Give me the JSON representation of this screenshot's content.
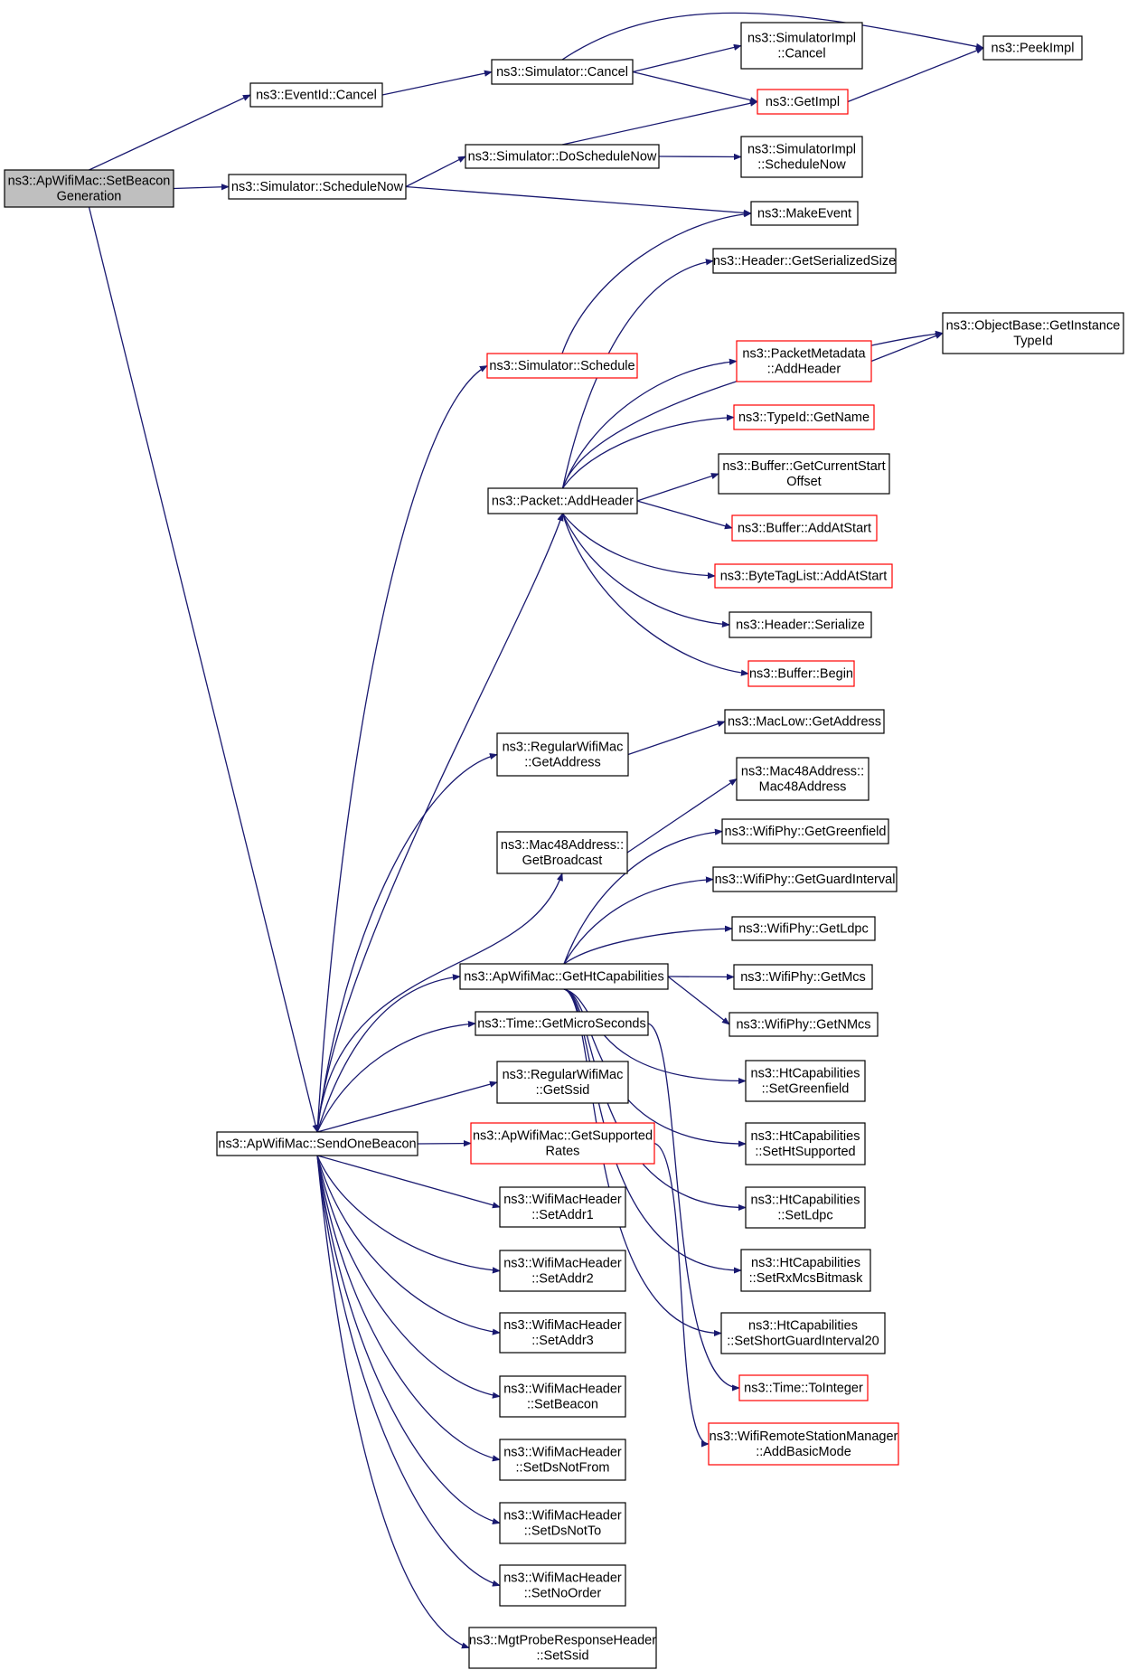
{
  "colors": {
    "edge": "#191970",
    "border": "#000000",
    "linked_border": "#ff0000",
    "root_fill": "#bfbfbf",
    "node_fill": "#ffffff"
  },
  "nodes": [
    {
      "id": "n_root",
      "lines": [
        "ns3::ApWifiMac::SetBeacon",
        "Generation"
      ],
      "style": "root"
    },
    {
      "id": "n_eventid_cancel",
      "lines": [
        "ns3::EventId::Cancel"
      ],
      "style": "normal"
    },
    {
      "id": "n_sim_cancel",
      "lines": [
        "ns3::Simulator::Cancel"
      ],
      "style": "normal"
    },
    {
      "id": "n_simimpl_cancel",
      "lines": [
        "ns3::SimulatorImpl",
        "::Cancel"
      ],
      "style": "normal"
    },
    {
      "id": "n_peekimpl",
      "lines": [
        "ns3::PeekImpl"
      ],
      "style": "normal"
    },
    {
      "id": "n_getimpl",
      "lines": [
        "ns3::GetImpl"
      ],
      "style": "red"
    },
    {
      "id": "n_sim_doschedulenow",
      "lines": [
        "ns3::Simulator::DoScheduleNow"
      ],
      "style": "normal"
    },
    {
      "id": "n_simimpl_schedulenow",
      "lines": [
        "ns3::SimulatorImpl",
        "::ScheduleNow"
      ],
      "style": "normal"
    },
    {
      "id": "n_sim_schedulenow",
      "lines": [
        "ns3::Simulator::ScheduleNow"
      ],
      "style": "normal"
    },
    {
      "id": "n_makeevent",
      "lines": [
        "ns3::MakeEvent"
      ],
      "style": "normal"
    },
    {
      "id": "n_header_getserializedsize",
      "lines": [
        "ns3::Header::GetSerializedSize"
      ],
      "style": "normal"
    },
    {
      "id": "n_objectbase_getinstancetypeid",
      "lines": [
        "ns3::ObjectBase::GetInstance",
        "TypeId"
      ],
      "style": "normal"
    },
    {
      "id": "n_sim_schedule",
      "lines": [
        "ns3::Simulator::Schedule"
      ],
      "style": "red"
    },
    {
      "id": "n_packetmetadata_addheader",
      "lines": [
        "ns3::PacketMetadata",
        "::AddHeader"
      ],
      "style": "red"
    },
    {
      "id": "n_typeid_getname",
      "lines": [
        "ns3::TypeId::GetName"
      ],
      "style": "red"
    },
    {
      "id": "n_buffer_getcurrentstartoffset",
      "lines": [
        "ns3::Buffer::GetCurrentStart",
        "Offset"
      ],
      "style": "normal"
    },
    {
      "id": "n_packet_addheader",
      "lines": [
        "ns3::Packet::AddHeader"
      ],
      "style": "normal"
    },
    {
      "id": "n_buffer_addatstart",
      "lines": [
        "ns3::Buffer::AddAtStart"
      ],
      "style": "red"
    },
    {
      "id": "n_bytetaglist_addatstart",
      "lines": [
        "ns3::ByteTagList::AddAtStart"
      ],
      "style": "red"
    },
    {
      "id": "n_header_serialize",
      "lines": [
        "ns3::Header::Serialize"
      ],
      "style": "normal"
    },
    {
      "id": "n_buffer_begin",
      "lines": [
        "ns3::Buffer::Begin"
      ],
      "style": "red"
    },
    {
      "id": "n_maclow_getaddress",
      "lines": [
        "ns3::MacLow::GetAddress"
      ],
      "style": "normal"
    },
    {
      "id": "n_regularwifimac_getaddress",
      "lines": [
        "ns3::RegularWifiMac",
        "::GetAddress"
      ],
      "style": "normal"
    },
    {
      "id": "n_mac48_mac48address",
      "lines": [
        "ns3::Mac48Address::",
        "Mac48Address"
      ],
      "style": "normal"
    },
    {
      "id": "n_mac48_getbroadcast",
      "lines": [
        "ns3::Mac48Address::",
        "GetBroadcast"
      ],
      "style": "normal"
    },
    {
      "id": "n_wifiphy_getgreenfield",
      "lines": [
        "ns3::WifiPhy::GetGreenfield"
      ],
      "style": "normal"
    },
    {
      "id": "n_wifiphy_getguardinterval",
      "lines": [
        "ns3::WifiPhy::GetGuardInterval"
      ],
      "style": "normal"
    },
    {
      "id": "n_wifiphy_getldpc",
      "lines": [
        "ns3::WifiPhy::GetLdpc"
      ],
      "style": "normal"
    },
    {
      "id": "n_apwifimac_gethtcapabilities",
      "lines": [
        "ns3::ApWifiMac::GetHtCapabilities"
      ],
      "style": "normal"
    },
    {
      "id": "n_wifiphy_getmcs",
      "lines": [
        "ns3::WifiPhy::GetMcs"
      ],
      "style": "normal"
    },
    {
      "id": "n_time_getmicroseconds",
      "lines": [
        "ns3::Time::GetMicroSeconds"
      ],
      "style": "normal"
    },
    {
      "id": "n_wifiphy_getnmcs",
      "lines": [
        "ns3::WifiPhy::GetNMcs"
      ],
      "style": "normal"
    },
    {
      "id": "n_htcap_setgreenfield",
      "lines": [
        "ns3::HtCapabilities",
        "::SetGreenfield"
      ],
      "style": "normal"
    },
    {
      "id": "n_regularwifimac_getssid",
      "lines": [
        "ns3::RegularWifiMac",
        "::GetSsid"
      ],
      "style": "normal"
    },
    {
      "id": "n_apwifimac_sendonebeacon",
      "lines": [
        "ns3::ApWifiMac::SendOneBeacon"
      ],
      "style": "normal"
    },
    {
      "id": "n_apwifimac_getsupportedrates",
      "lines": [
        "ns3::ApWifiMac::GetSupported",
        "Rates"
      ],
      "style": "red"
    },
    {
      "id": "n_htcap_sethtsupported",
      "lines": [
        "ns3::HtCapabilities",
        "::SetHtSupported"
      ],
      "style": "normal"
    },
    {
      "id": "n_wifimacheader_setaddr1",
      "lines": [
        "ns3::WifiMacHeader",
        "::SetAddr1"
      ],
      "style": "normal"
    },
    {
      "id": "n_htcap_setldpc",
      "lines": [
        "ns3::HtCapabilities",
        "::SetLdpc"
      ],
      "style": "normal"
    },
    {
      "id": "n_wifimacheader_setaddr2",
      "lines": [
        "ns3::WifiMacHeader",
        "::SetAddr2"
      ],
      "style": "normal"
    },
    {
      "id": "n_htcap_setrxmcsbitmask",
      "lines": [
        "ns3::HtCapabilities",
        "::SetRxMcsBitmask"
      ],
      "style": "normal"
    },
    {
      "id": "n_wifimacheader_setaddr3",
      "lines": [
        "ns3::WifiMacHeader",
        "::SetAddr3"
      ],
      "style": "normal"
    },
    {
      "id": "n_htcap_setshortguardinterval20",
      "lines": [
        "ns3::HtCapabilities",
        "::SetShortGuardInterval20"
      ],
      "style": "normal"
    },
    {
      "id": "n_wifimacheader_setbeacon",
      "lines": [
        "ns3::WifiMacHeader",
        "::SetBeacon"
      ],
      "style": "normal"
    },
    {
      "id": "n_time_tointeger",
      "lines": [
        "ns3::Time::ToInteger"
      ],
      "style": "red"
    },
    {
      "id": "n_wifiremotestationmanager_addbasicmode",
      "lines": [
        "ns3::WifiRemoteStationManager",
        "::AddBasicMode"
      ],
      "style": "red"
    },
    {
      "id": "n_wifimacheader_setdsnotfrom",
      "lines": [
        "ns3::WifiMacHeader",
        "::SetDsNotFrom"
      ],
      "style": "normal"
    },
    {
      "id": "n_wifimacheader_setdsnotto",
      "lines": [
        "ns3::WifiMacHeader",
        "::SetDsNotTo"
      ],
      "style": "normal"
    },
    {
      "id": "n_wifimacheader_setnoorder",
      "lines": [
        "ns3::WifiMacHeader",
        "::SetNoOrder"
      ],
      "style": "normal"
    },
    {
      "id": "n_mgtproberesponseheader_setssid",
      "lines": [
        "ns3::MgtProbeResponseHeader",
        "::SetSsid"
      ],
      "style": "normal"
    }
  ],
  "edges": [
    [
      "n_root",
      "n_eventid_cancel"
    ],
    [
      "n_root",
      "n_sim_schedulenow"
    ],
    [
      "n_root",
      "n_apwifimac_sendonebeacon"
    ],
    [
      "n_eventid_cancel",
      "n_sim_cancel"
    ],
    [
      "n_sim_cancel",
      "n_simimpl_cancel"
    ],
    [
      "n_sim_cancel",
      "n_peekimpl"
    ],
    [
      "n_sim_cancel",
      "n_getimpl"
    ],
    [
      "n_getimpl",
      "n_peekimpl"
    ],
    [
      "n_sim_schedulenow",
      "n_sim_doschedulenow"
    ],
    [
      "n_sim_schedulenow",
      "n_makeevent"
    ],
    [
      "n_sim_doschedulenow",
      "n_getimpl"
    ],
    [
      "n_sim_doschedulenow",
      "n_simimpl_schedulenow"
    ],
    [
      "n_sim_schedule",
      "n_makeevent"
    ],
    [
      "n_packet_addheader",
      "n_header_getserializedsize"
    ],
    [
      "n_packet_addheader",
      "n_objectbase_getinstancetypeid"
    ],
    [
      "n_packet_addheader",
      "n_packetmetadata_addheader"
    ],
    [
      "n_packet_addheader",
      "n_typeid_getname"
    ],
    [
      "n_packet_addheader",
      "n_buffer_getcurrentstartoffset"
    ],
    [
      "n_packet_addheader",
      "n_buffer_addatstart"
    ],
    [
      "n_packet_addheader",
      "n_bytetaglist_addatstart"
    ],
    [
      "n_packet_addheader",
      "n_header_serialize"
    ],
    [
      "n_packet_addheader",
      "n_buffer_begin"
    ],
    [
      "n_packetmetadata_addheader",
      "n_objectbase_getinstancetypeid"
    ],
    [
      "n_regularwifimac_getaddress",
      "n_maclow_getaddress"
    ],
    [
      "n_mac48_getbroadcast",
      "n_mac48_mac48address"
    ],
    [
      "n_apwifimac_gethtcapabilities",
      "n_wifiphy_getgreenfield"
    ],
    [
      "n_apwifimac_gethtcapabilities",
      "n_wifiphy_getguardinterval"
    ],
    [
      "n_apwifimac_gethtcapabilities",
      "n_wifiphy_getldpc"
    ],
    [
      "n_apwifimac_gethtcapabilities",
      "n_wifiphy_getmcs"
    ],
    [
      "n_apwifimac_gethtcapabilities",
      "n_wifiphy_getnmcs"
    ],
    [
      "n_apwifimac_gethtcapabilities",
      "n_htcap_setgreenfield"
    ],
    [
      "n_apwifimac_gethtcapabilities",
      "n_htcap_sethtsupported"
    ],
    [
      "n_apwifimac_gethtcapabilities",
      "n_htcap_setldpc"
    ],
    [
      "n_apwifimac_gethtcapabilities",
      "n_htcap_setrxmcsbitmask"
    ],
    [
      "n_apwifimac_gethtcapabilities",
      "n_htcap_setshortguardinterval20"
    ],
    [
      "n_time_getmicroseconds",
      "n_time_tointeger"
    ],
    [
      "n_apwifimac_getsupportedrates",
      "n_wifiremotestationmanager_addbasicmode"
    ],
    [
      "n_apwifimac_sendonebeacon",
      "n_sim_schedule"
    ],
    [
      "n_apwifimac_sendonebeacon",
      "n_packet_addheader"
    ],
    [
      "n_apwifimac_sendonebeacon",
      "n_regularwifimac_getaddress"
    ],
    [
      "n_apwifimac_sendonebeacon",
      "n_mac48_getbroadcast"
    ],
    [
      "n_apwifimac_sendonebeacon",
      "n_apwifimac_gethtcapabilities"
    ],
    [
      "n_apwifimac_sendonebeacon",
      "n_time_getmicroseconds"
    ],
    [
      "n_apwifimac_sendonebeacon",
      "n_regularwifimac_getssid"
    ],
    [
      "n_apwifimac_sendonebeacon",
      "n_apwifimac_getsupportedrates"
    ],
    [
      "n_apwifimac_sendonebeacon",
      "n_wifimacheader_setaddr1"
    ],
    [
      "n_apwifimac_sendonebeacon",
      "n_wifimacheader_setaddr2"
    ],
    [
      "n_apwifimac_sendonebeacon",
      "n_wifimacheader_setaddr3"
    ],
    [
      "n_apwifimac_sendonebeacon",
      "n_wifimacheader_setbeacon"
    ],
    [
      "n_apwifimac_sendonebeacon",
      "n_wifimacheader_setdsnotfrom"
    ],
    [
      "n_apwifimac_sendonebeacon",
      "n_wifimacheader_setdsnotto"
    ],
    [
      "n_apwifimac_sendonebeacon",
      "n_wifimacheader_setnoorder"
    ],
    [
      "n_apwifimac_sendonebeacon",
      "n_mgtproberesponseheader_setssid"
    ]
  ]
}
